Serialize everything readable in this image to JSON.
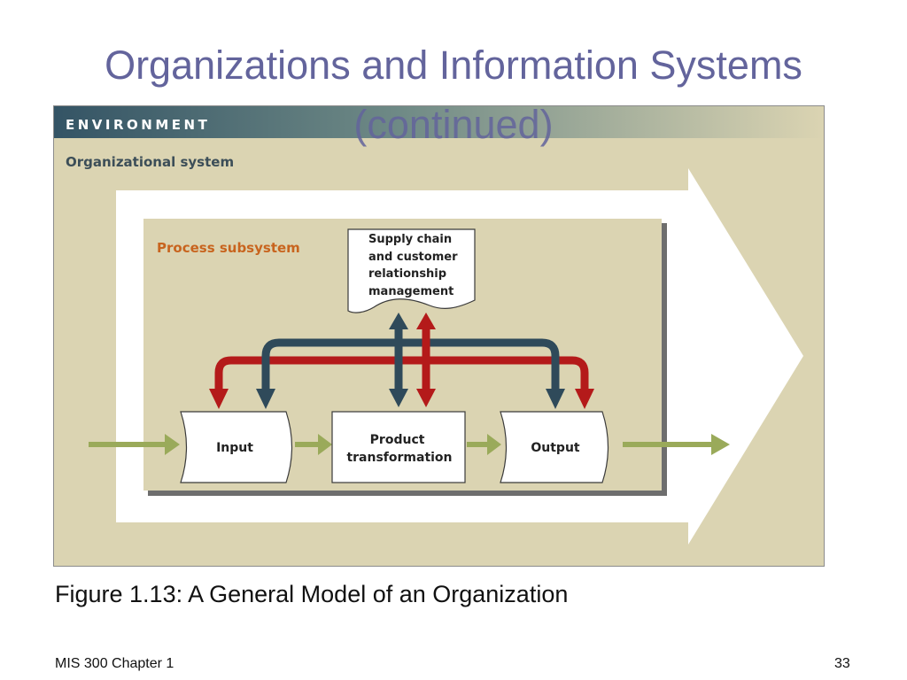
{
  "slide": {
    "title": "Organizations and Information Systems",
    "title_continued": "(continued)",
    "caption": "Figure 1.13: A General Model of an Organization",
    "footer_left": "MIS 300 Chapter 1",
    "page_number": "33"
  },
  "diagram": {
    "environment_label": "ENVIRONMENT",
    "organizational_system_label": "Organizational system",
    "process_subsystem_label": "Process subsystem",
    "scm_crm_lines": [
      "Supply chain",
      "and customer",
      "relationship",
      "management"
    ],
    "input_label": "Input",
    "transformation_lines": [
      "Product",
      "transformation"
    ],
    "output_label": "Output",
    "colors": {
      "header_band": "#3a5a6c",
      "environment_bg": "#dbd4b2",
      "process_bg": "#dbd4b2",
      "process_label": "#c8641e",
      "flow_arrow": "#9aaa5a",
      "dark_arrow": "#2f4a5a",
      "red_arrow": "#b41a1a",
      "title": "#63649c"
    }
  }
}
